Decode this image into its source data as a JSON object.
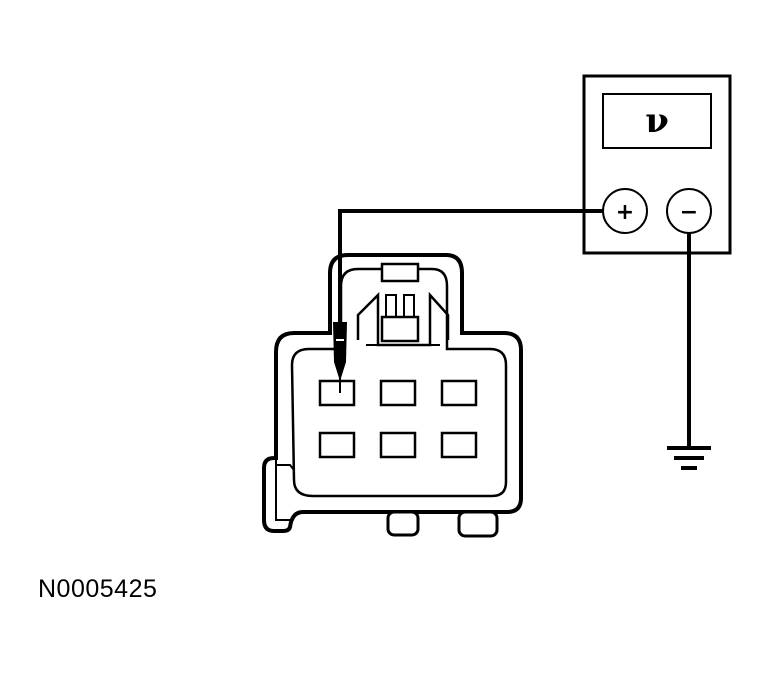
{
  "meter": {
    "display_symbol": "ν",
    "positive_terminal": "+",
    "negative_terminal": "−"
  },
  "connector": {
    "pin_rows": 2,
    "pins_per_row": 3,
    "probed_pin": "top-left"
  },
  "figure_id": "N0005425",
  "colors": {
    "line": "#000000",
    "background": "#ffffff"
  }
}
